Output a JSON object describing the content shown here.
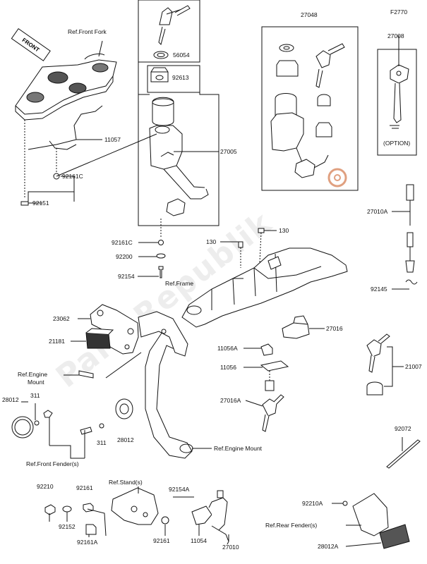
{
  "code": "F2770",
  "watermark": "PartsRepublik",
  "front_label": "FRONT",
  "labels": {
    "ref_front_fork": "Ref.Front Fork",
    "p11057": "11057",
    "p92161c_a": "92161C",
    "p92151": "92151",
    "p56054": "56054",
    "p92613": "92613",
    "p27005": "27005",
    "p92161c_b": "92161C",
    "p92200": "92200",
    "p92154": "92154",
    "p27048": "27048",
    "p27008": "27008",
    "option": "(OPTION)",
    "p27010a": "27010A",
    "p92145": "92145",
    "p130_a": "130",
    "p130_b": "130",
    "ref_frame": "Ref.Frame",
    "p23062": "23062",
    "p21181": "21181",
    "ref_engine_mount_a": "Ref.Engine",
    "ref_engine_mount_a2": "Mount",
    "p27016": "27016",
    "p11056a": "11056A",
    "p11056": "11056",
    "p27016a": "27016A",
    "p21007": "21007",
    "p28012_a": "28012",
    "p311_a": "311",
    "p311_b": "311",
    "p28012_b": "28012",
    "ref_front_fender": "Ref.Front Fender(s)",
    "ref_engine_mount_b": "Ref.Engine Mount",
    "p92072": "92072",
    "p92210": "92210",
    "p92161": "92161",
    "ref_stand": "Ref.Stand(s)",
    "p92154a": "92154A",
    "p92152": "92152",
    "p92161a": "92161A",
    "p92161_b": "92161",
    "p11054": "11054",
    "p27010": "27010",
    "p92210a": "92210A",
    "ref_rear_fender": "Ref.Rear Fender(s)",
    "p28012a": "28012A"
  }
}
